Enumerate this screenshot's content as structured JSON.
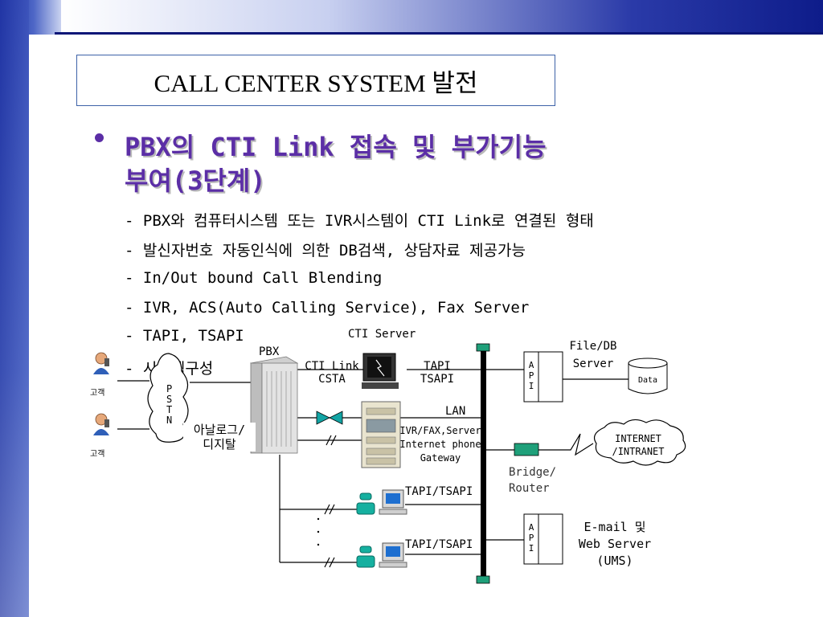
{
  "slide": {
    "title": "CALL CENTER SYSTEM 발전",
    "heading_line1": "PBX의 CTI Link 접속 및 부가기능",
    "heading_line2": "부여(3단계)",
    "items": [
      "- PBX와 컴퓨터시스템 또는 IVR시스템이 CTI Link로 연결된 형태",
      "- 발신자번호 자동인식에 의한 DB검색, 상담자료 제공가능",
      "- In/Out bound Call Blending",
      "- IVR, ACS(Auto Calling Service), Fax Server",
      "- TAPI, TSAPI",
      "- 시스템구성"
    ]
  },
  "diagram": {
    "customer_1": "고객",
    "customer_2": "고객",
    "pstn": [
      "P",
      "S",
      "T",
      "N"
    ],
    "analog_digital_1": "아날로그/",
    "analog_digital_2": "디지탈",
    "pbx": "PBX",
    "cti_server": "CTI Server",
    "cti_link": "CTI Link",
    "csta": "CSTA",
    "tapi": "TAPI",
    "tsapi": "TSAPI",
    "lan": "LAN",
    "ivr_1": "IVR/FAX,Server",
    "ivr_2": "Internet phone",
    "ivr_3": "Gateway",
    "tapi_tsapi_1": "TAPI/TSAPI",
    "tapi_tsapi_2": "TAPI/TSAPI",
    "api_1": [
      "A",
      "P",
      "I"
    ],
    "api_2": [
      "A",
      "P",
      "I"
    ],
    "filedb_1": "File/DB",
    "filedb_2": "Server",
    "data": "Data",
    "internet_1": "INTERNET",
    "internet_2": "/INTRANET",
    "bridge_1": "Bridge/",
    "bridge_2": "Router",
    "email_1": "E-mail 및",
    "email_2": "Web Server",
    "email_3": "(UMS)",
    "dots": "·"
  },
  "colors": {
    "heading": "#5b2ea6",
    "title_border": "#3d62a8",
    "lan_bar": "#000000",
    "node_green": "#1fa07a",
    "valve": "#12a4a4"
  }
}
